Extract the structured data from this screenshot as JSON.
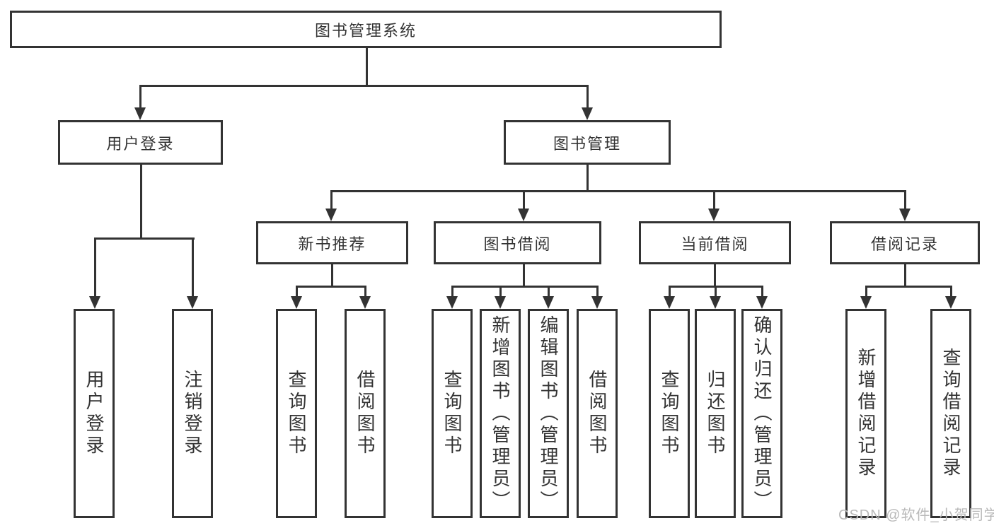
{
  "diagram": {
    "title": "图书管理系统",
    "nodes": {
      "root": "图书管理系统",
      "user_login": "用户登录",
      "book_mgmt": "图书管理",
      "new_book_rec": "新书推荐",
      "book_borrow": "图书借阅",
      "current_borrow": "当前借阅",
      "borrow_records": "借阅记录",
      "leaf_user_login": "用户登录",
      "leaf_logout": "注销登录",
      "leaf_query_books_rec": "查询图书",
      "leaf_borrow_books_rec": "借阅图书",
      "leaf_query_books_borrow": "查询图书",
      "leaf_add_books": "新增图书（管理员）",
      "leaf_edit_books": "编辑图书（管理员）",
      "leaf_borrow_books": "借阅图书",
      "leaf_query_books_current": "查询图书",
      "leaf_return_books": "归还图书",
      "leaf_confirm_return": "确认归还（管理员）",
      "leaf_add_record": "新增借阅记录",
      "leaf_query_record": "查询借阅记录"
    },
    "hierarchy": [
      {
        "parent": "图书管理系统",
        "children": [
          "用户登录",
          "图书管理"
        ]
      },
      {
        "parent": "用户登录",
        "children": [
          "用户登录",
          "注销登录"
        ]
      },
      {
        "parent": "图书管理",
        "children": [
          "新书推荐",
          "图书借阅",
          "当前借阅",
          "借阅记录"
        ]
      },
      {
        "parent": "新书推荐",
        "children": [
          "查询图书",
          "借阅图书"
        ]
      },
      {
        "parent": "图书借阅",
        "children": [
          "查询图书",
          "新增图书（管理员）",
          "编辑图书（管理员）",
          "借阅图书"
        ]
      },
      {
        "parent": "当前借阅",
        "children": [
          "查询图书",
          "归还图书",
          "确认归还（管理员）"
        ]
      },
      {
        "parent": "借阅记录",
        "children": [
          "新增借阅记录",
          "查询借阅记录"
        ]
      }
    ]
  },
  "watermark": "CSDN @软件_小贺同学",
  "colors": {
    "line": "#333333",
    "text": "#333333",
    "background": "#ffffff",
    "watermark": "#b9b9b9"
  }
}
